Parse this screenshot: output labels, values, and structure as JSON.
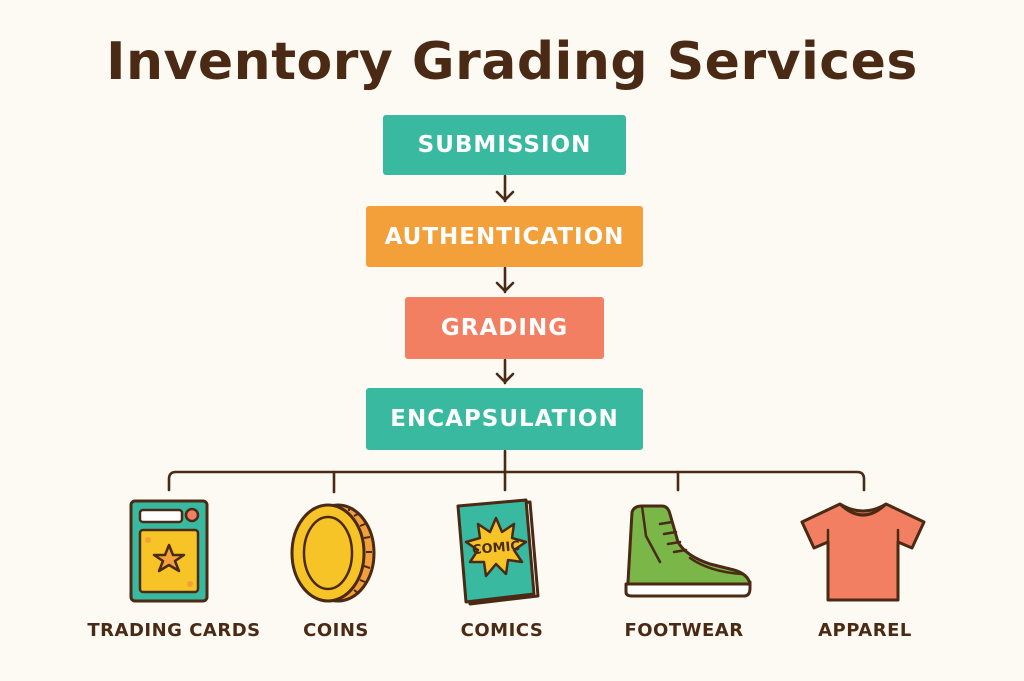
{
  "title": "Inventory Grading Services",
  "stages": [
    {
      "label": "SUBMISSION",
      "color": "#38b9a0"
    },
    {
      "label": "AUTHENTICATION",
      "color": "#f3a03a"
    },
    {
      "label": "GRADING",
      "color": "#f27f62"
    },
    {
      "label": "ENCAPSULATION",
      "color": "#38b9a0"
    }
  ],
  "categories": [
    {
      "label": "TRADING CARDS",
      "icon": "trading-card-icon"
    },
    {
      "label": "COINS",
      "icon": "coin-icon"
    },
    {
      "label": "COMICS",
      "icon": "comic-book-icon",
      "icon_text": "COMIC"
    },
    {
      "label": "FOOTWEAR",
      "icon": "sneaker-icon"
    },
    {
      "label": "APPAREL",
      "icon": "t-shirt-icon"
    }
  ],
  "colors": {
    "text": "#4a2a14",
    "line": "#4a2a14",
    "teal": "#38b9a0",
    "orange": "#f3a03a",
    "salmon": "#f27f62",
    "green": "#7ab648",
    "yellow": "#f7c427"
  }
}
